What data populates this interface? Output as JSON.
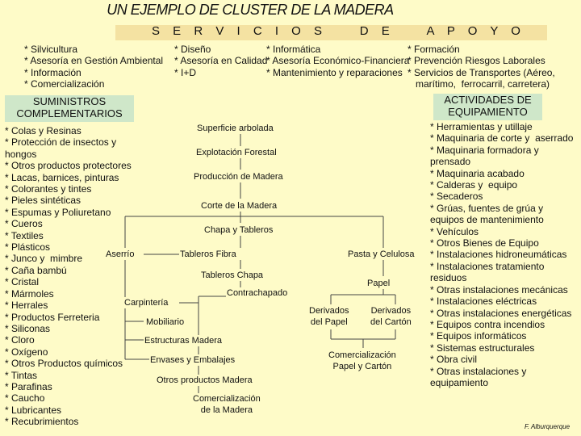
{
  "title": "UN EJEMPLO DE CLUSTER DE LA MADERA",
  "banner": "S E R V I C I O S    D E    A P O Y O",
  "services": {
    "col1": [
      "* Silvicultura",
      "* Asesoría en Gestión Ambiental",
      "* Información",
      "* Comercialización"
    ],
    "col2": [
      "* Diseño",
      "* Asesoría en Calidad",
      "* I+D"
    ],
    "col3": [
      "* Informática",
      "* Asesoría Económico-Financiera",
      "* Mantenimiento y reparaciones"
    ],
    "col4": [
      "* Formación",
      "* Prevención Riesgos Laborales",
      "* Servicios de Transportes (Aéreo,",
      "   marítimo,  ferrocarril, carretera)"
    ]
  },
  "suministros": {
    "header": "SUMINISTROS\nCOMPLEMENTARIOS",
    "items": [
      "* Colas y Resinas",
      "* Protección de insectos y",
      "hongos",
      "* Otros productos protectores",
      "* Lacas, barnices, pinturas",
      "* Colorantes y tintes",
      "* Pieles sintéticas",
      "* Espumas y Poliuretano",
      "* Cueros",
      "* Textiles",
      "* Plásticos",
      "* Junco y  mimbre",
      "* Caña bambú",
      "* Cristal",
      "* Mármoles",
      "* Herrales",
      "* Productos Ferreteria",
      "* Siliconas",
      "* Cloro",
      "* Oxígeno",
      "* Otros Productos químicos",
      "* Tintas",
      "* Parafinas",
      "* Caucho",
      "* Lubricantes",
      "* Recubrimientos"
    ]
  },
  "equipamiento": {
    "header": "ACTIVIDADES DE\nEQUIPAMIENTO",
    "items": [
      "* Herramientas y utillaje",
      "* Maquinaria de corte y  aserrado",
      "* Maquinaria formadora y",
      "prensado",
      "* Maquinaria acabado",
      "* Calderas y  equipo",
      "* Secaderos",
      "* Grúas, fuentes de grúa y",
      "equipos de mantenimiento",
      "* Vehículos",
      "* Otros Bienes de Equipo",
      "* Instalaciones hidroneumáticas",
      "* Instalaciones tratamiento",
      "residuos",
      "* Otras instalaciones mecánicas",
      "* Instalaciones eléctricas",
      "* Otras instalaciones energéticas",
      "* Equipos contra incendios",
      "* Equipos informáticos",
      "* Sistemas estructurales",
      "* Obra civil",
      "* Otras instalaciones y",
      "equipamiento"
    ]
  },
  "nodes": {
    "superficie": "Superficie arbolada",
    "explotacion": "Explotación Forestal",
    "produccion": "Producción de Madera",
    "corte": "Corte de la Madera",
    "chapa": "Chapa y Tableros",
    "aserrio": "Aserrío",
    "fibra": "Tableros Fibra",
    "pasta": "Pasta y Celulosa",
    "tchapa": "Tableros Chapa",
    "contrachapado": "Contrachapado",
    "papel": "Papel",
    "carpinteria": "Carpintería",
    "mobiliario": "Mobiliario",
    "derivados_papel": "Derivados\ndel Papel",
    "derivados_carton": "Derivados\ndel Cartón",
    "estructuras": "Estructuras Madera",
    "envases": "Envases y Embalajes",
    "comerc_papel": "Comercialización\nPapel y Cartón",
    "otros_madera": "Otros productos Madera",
    "comerc_madera": "Comercialización\nde la Madera"
  },
  "credit": "F. Alburquerque"
}
